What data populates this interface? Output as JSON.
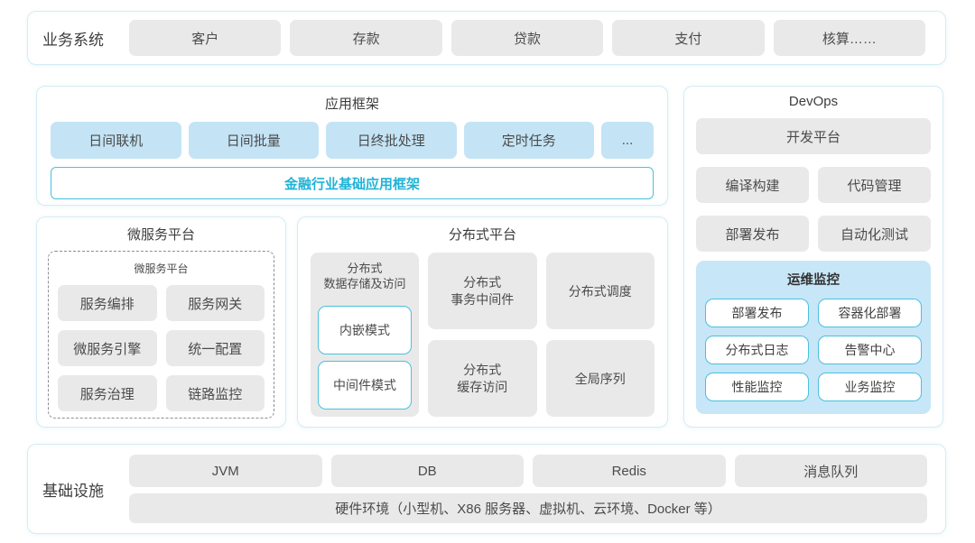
{
  "colors": {
    "card_border": "#d4ecf5",
    "gray_block_bg": "#e9e9e9",
    "blue_block_bg": "#c4e4f6",
    "cyan_border": "#49c1df",
    "cyan_text": "#1fb3d7",
    "monitor_panel_bg": "#c7e6f7",
    "text_dark": "#3d3d3d"
  },
  "business_row": {
    "label": "业务系统",
    "items": [
      "客户",
      "存款",
      "贷款",
      "支付",
      "核算……"
    ]
  },
  "app_framework": {
    "title": "应用框架",
    "items": [
      "日间联机",
      "日间批量",
      "日终批处理",
      "定时任务",
      "..."
    ],
    "base_bar": "金融行业基础应用框架"
  },
  "microservice": {
    "title": "微服务平台",
    "inner_title": "微服务平台",
    "items": [
      "服务编排",
      "服务网关",
      "微服务引擎",
      "统一配置",
      "服务治理",
      "链路监控"
    ]
  },
  "distributed": {
    "title": "分布式平台",
    "storage": {
      "title": "分布式\n数据存储及访问",
      "modes": [
        "内嵌模式",
        "中间件模式"
      ]
    },
    "cells": [
      "分布式\n事务中间件",
      "分布式调度",
      "分布式\n缓存访问",
      "全局序列"
    ]
  },
  "devops": {
    "title": "DevOps",
    "dev_platform": "开发平台",
    "row1": [
      "编译构建",
      "代码管理"
    ],
    "row2": [
      "部署发布",
      "自动化测试"
    ],
    "monitor": {
      "title": "运维监控",
      "items": [
        "部署发布",
        "容器化部署",
        "分布式日志",
        "告警中心",
        "性能监控",
        "业务监控"
      ]
    }
  },
  "infrastructure": {
    "label": "基础设施",
    "items": [
      "JVM",
      "DB",
      "Redis",
      "消息队列"
    ],
    "hardware": "硬件环境（小型机、X86 服务器、虚拟机、云环境、Docker 等）"
  }
}
